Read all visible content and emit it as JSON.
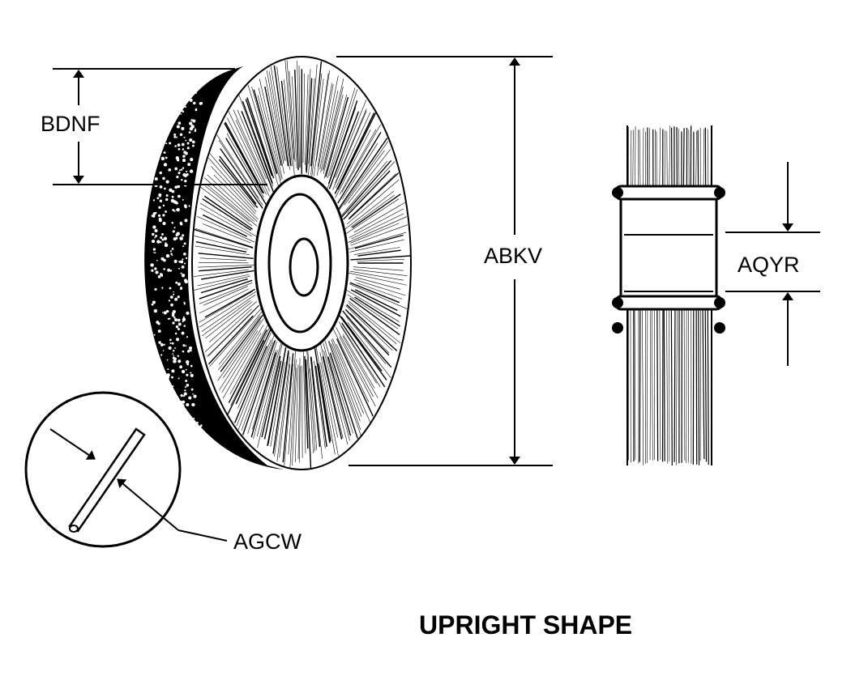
{
  "labels": {
    "bdnf": "BDNF",
    "abkv": "ABKV",
    "aqyr": "AQYR",
    "agcw": "AGCW"
  },
  "title": "UPRIGHT SHAPE",
  "colors": {
    "ink": "#000000",
    "paper": "#ffffff"
  }
}
